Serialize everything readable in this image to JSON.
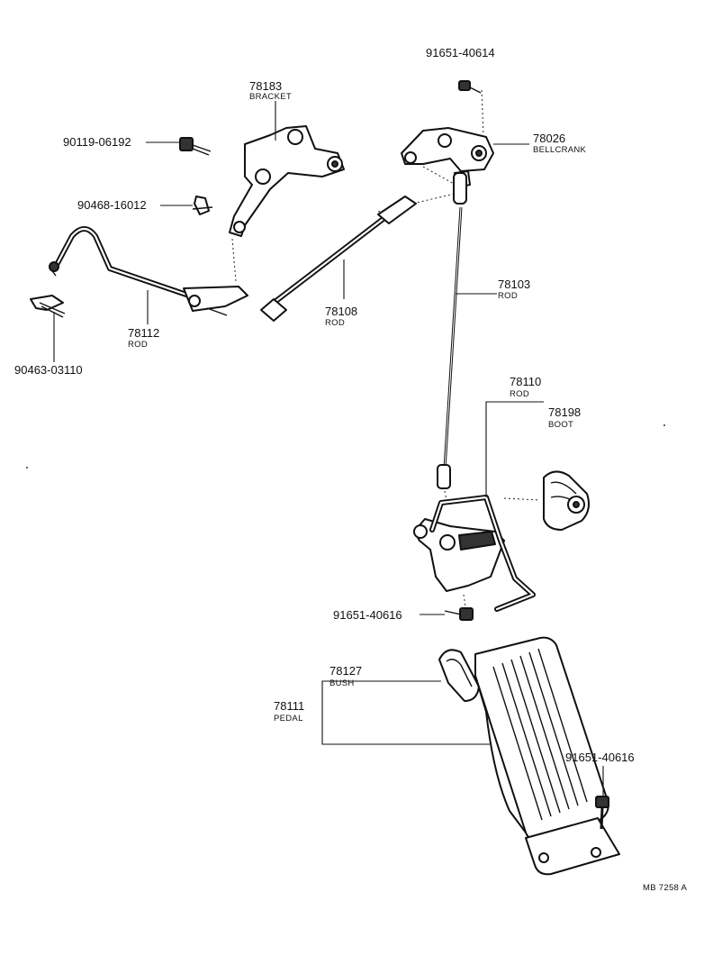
{
  "labels": {
    "bracket_num": "78183",
    "bracket_name": "BRACKET",
    "bolt_top_num": "91651-40614",
    "bellcrank_num": "78026",
    "bellcrank_name": "BELLCRANK",
    "bolt_left_num": "90119-06192",
    "clip_num": "90468-16012",
    "rod_78112_num": "78112",
    "rod_78112_name": "ROD",
    "rod_78108_num": "78108",
    "rod_78108_name": "ROD",
    "rod_78103_num": "78103",
    "rod_78103_name": "ROD",
    "clip2_num": "90463-03110",
    "rod_78110_num": "78110",
    "rod_78110_name": "ROD",
    "boot_num": "78198",
    "boot_name": "BOOT",
    "bolt_mid_num": "91651-40616",
    "bush_num": "78127",
    "bush_name": "BUSH",
    "pedal_num": "78111",
    "pedal_name": "PEDAL",
    "bolt_low_num": "91651-40616",
    "figure_code": "MB 7258  A"
  }
}
